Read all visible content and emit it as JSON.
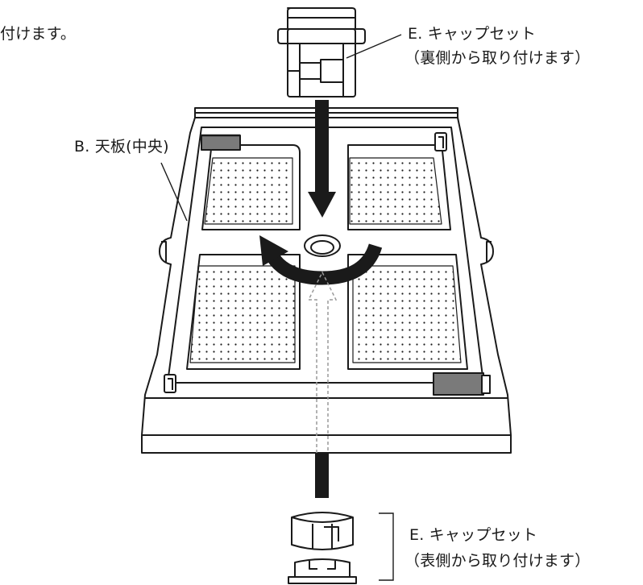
{
  "fragment_text": "付けます。",
  "labels": {
    "top_cap": {
      "title": "E. キャップセット",
      "note": "（裏側から取り付けます）"
    },
    "center_panel": {
      "title": "B. 天板(中央)"
    },
    "bottom_cap": {
      "title": "E. キャップセット",
      "note": "（表側から取り付けます）"
    }
  },
  "colors": {
    "line": "#1a1a1a",
    "arrow": "#1a1a1a",
    "tab_fill": "#7a7a7a",
    "dashed_arrow": "#9a9a9a"
  },
  "icons": {
    "down_arrow": "solid-down-arrow",
    "up_arrow": "dashed-up-arrow",
    "rotate_arrow": "curved-rotate-arrow"
  }
}
